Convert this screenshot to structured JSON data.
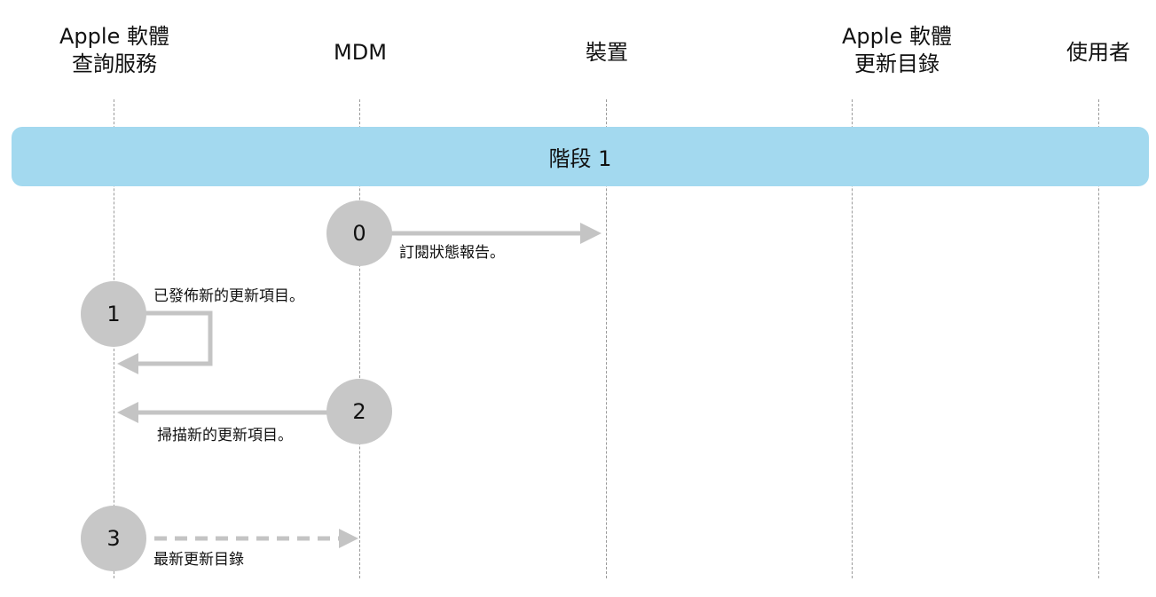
{
  "headers": [
    {
      "line1": "Apple 軟體",
      "line2": "查詢服務"
    },
    {
      "line1": "MDM",
      "line2": ""
    },
    {
      "line1": "裝置",
      "line2": ""
    },
    {
      "line1": "Apple 軟體",
      "line2": "更新目錄"
    },
    {
      "line1": "使用者",
      "line2": ""
    }
  ],
  "phase_label": "階段 1",
  "steps": [
    {
      "number": "0",
      "label": "訂閱狀態報告。"
    },
    {
      "number": "1",
      "label": "已發佈新的更新項目。"
    },
    {
      "number": "2",
      "label": "掃描新的更新項目。"
    },
    {
      "number": "3",
      "label": "最新更新目錄"
    }
  ],
  "colors": {
    "phase_band": "#a3d9ef",
    "step_circle": "#c7c7c7",
    "arrow": "#c4c4c4",
    "lifeline": "#9a9a9a"
  }
}
